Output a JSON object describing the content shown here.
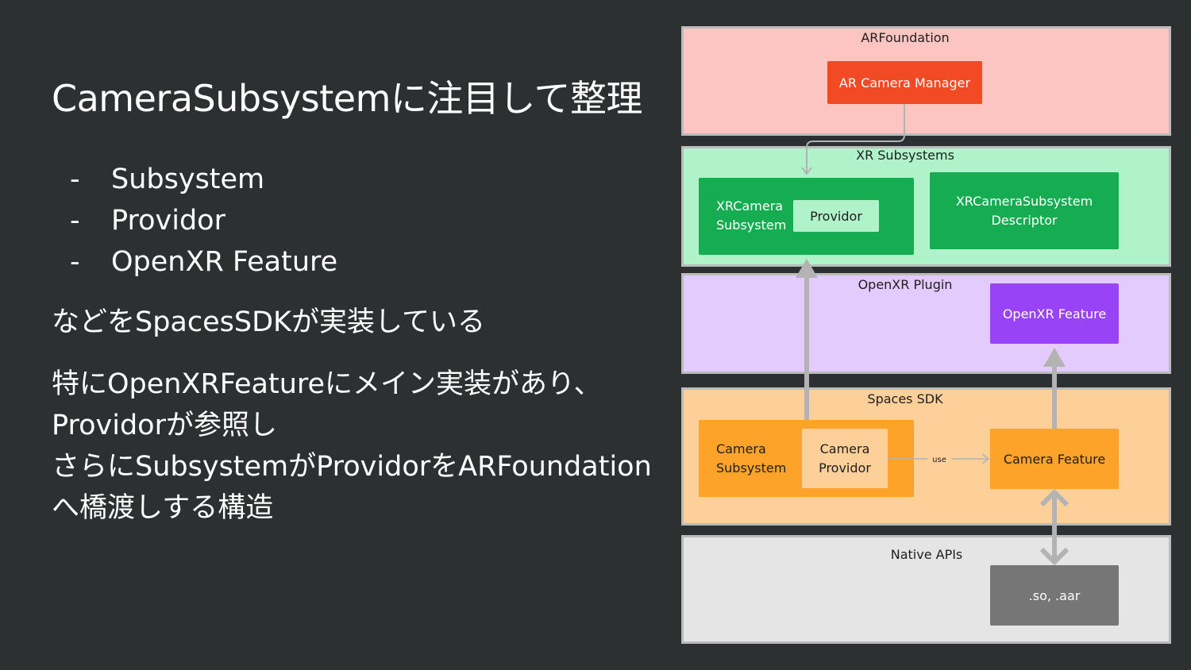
{
  "slide": {
    "title": "CameraSubsystemに注目して整理",
    "bullets": [
      {
        "dash": "-",
        "text": "Subsystem"
      },
      {
        "dash": "-",
        "text": "Providor"
      },
      {
        "dash": "-",
        "text": "OpenXR Feature"
      }
    ],
    "paragraph1": "などをSpacesSDKが実装している",
    "paragraph2_lines": [
      "特にOpenXRFeatureにメイン実装があり、",
      "Providorが参照し",
      "さらにSubsystemがProvidorをARFoundation",
      "へ橋渡しする構造"
    ]
  },
  "diagram": {
    "layers": {
      "arfoundation": {
        "title": "ARFoundation",
        "color": "#fdc5c2"
      },
      "xr_subsystems": {
        "title": "XR Subsystems",
        "color": "#b0f2c9"
      },
      "openxr_plugin": {
        "title": "OpenXR Plugin",
        "color": "#e3ccfd"
      },
      "spaces_sdk": {
        "title": "Spaces SDK",
        "color": "#fdd09a"
      },
      "native_apis": {
        "title": "Native APIs",
        "color": "#e5e5e5"
      }
    },
    "nodes": {
      "ar_camera_manager": "AR Camera Manager",
      "xrcamera_subsystem": [
        "XRCamera",
        "Subsystem"
      ],
      "xr_providor": "Providor",
      "xrcamera_descriptor": [
        "XRCameraSubsystem",
        "Descriptor"
      ],
      "openxr_feature": "OpenXR Feature",
      "camera_subsystem": [
        "Camera",
        "Subsystem"
      ],
      "camera_providor": [
        "Camera",
        "Providor"
      ],
      "camera_feature": "Camera Feature",
      "native_lib": ".so, .aar"
    },
    "edges": {
      "use_label": "use"
    },
    "colors": {
      "red": "#f14a24",
      "green": "#15ac52",
      "light_green": "#b0f2c9",
      "purple": "#9943f7",
      "orange": "#fea32a",
      "light_orange": "#fdd09a",
      "gray": "#767676",
      "arrow": "#b3b3b3"
    }
  }
}
